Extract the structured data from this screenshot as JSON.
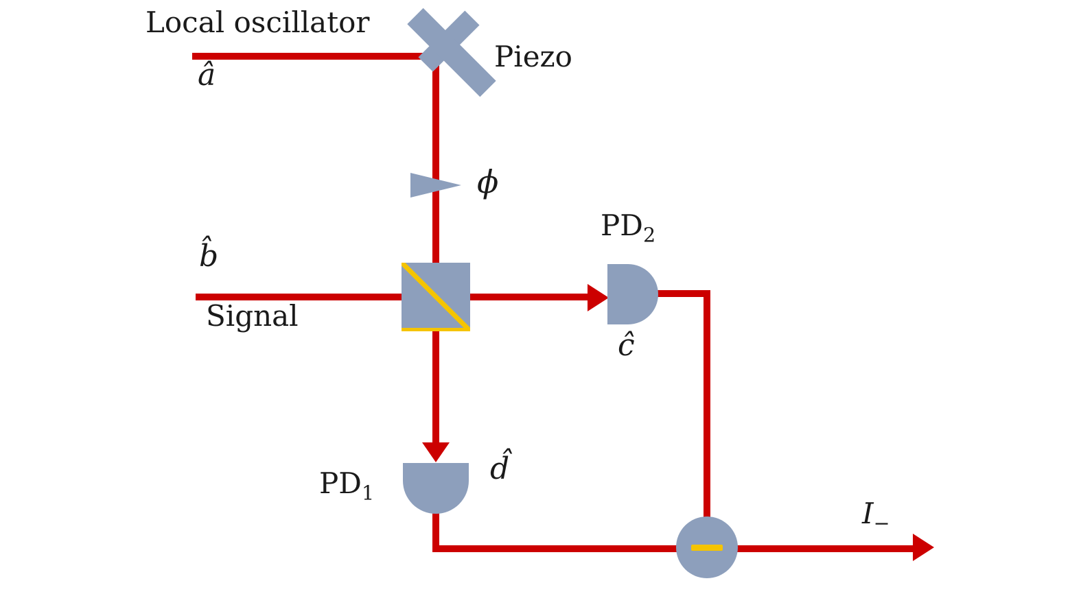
{
  "diagram": {
    "colors": {
      "beam": "#cc0000",
      "component": "#8d9fbc",
      "accent": "#f5c400",
      "background": "#ffffff"
    },
    "labels": {
      "local_oscillator": "Local oscillator",
      "a_hat": "â",
      "piezo": "Piezo",
      "phi": "ϕ",
      "pd2": {
        "text": "PD",
        "sub": "2"
      },
      "b_hat": "b̂",
      "signal": "Signal",
      "c_hat": "ĉ",
      "pd1": {
        "text": "PD",
        "sub": "1"
      },
      "d_hat": "d̂",
      "i_minus": {
        "text": "I",
        "sub": "−"
      }
    },
    "components": [
      "piezo-mirror",
      "phase-shifter",
      "beamsplitter",
      "photodetector-PD2",
      "photodetector-PD1",
      "subtractor"
    ]
  }
}
